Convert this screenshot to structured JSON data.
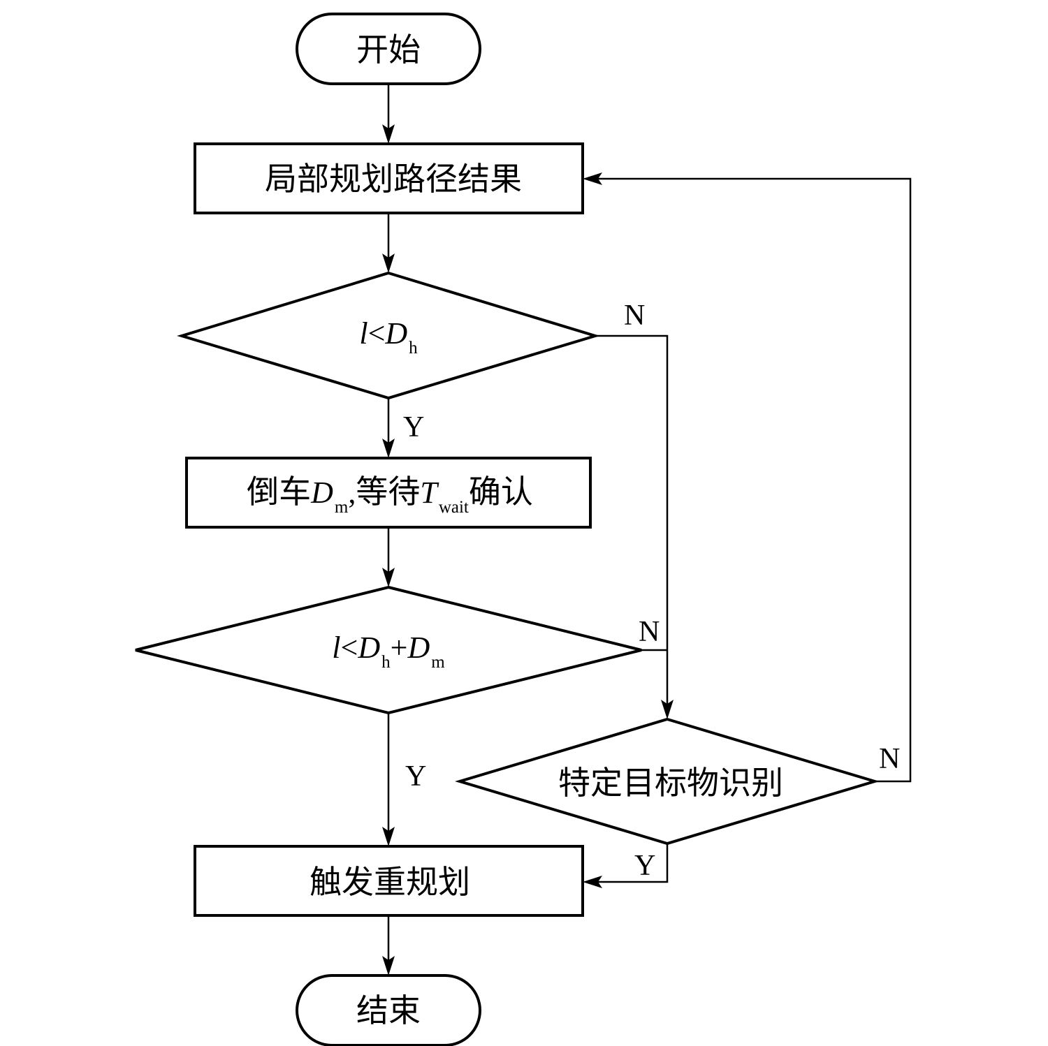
{
  "nodes": {
    "start": "开始",
    "local_plan": "局部规划路径结果",
    "cond1": {
      "var": "l",
      "op": "<",
      "sym": "D",
      "sub": "h"
    },
    "reverse": {
      "pre": "倒车",
      "d": "D",
      "d_sub": "m",
      "comma": ",",
      "mid": "等待",
      "t": "T",
      "t_sub": "wait",
      "post": "确认"
    },
    "cond2": {
      "var": "l",
      "op": "<",
      "sym1": "D",
      "sub1": "h",
      "plus": "+",
      "sym2": "D",
      "sub2": "m"
    },
    "target": "特定目标物识别",
    "replan": "触发重规划",
    "end": "结束"
  },
  "labels": {
    "cond1_yes": "Y",
    "cond1_no": "N",
    "cond2_yes": "Y",
    "cond2_no": "N",
    "target_yes": "Y",
    "target_no": "N"
  }
}
